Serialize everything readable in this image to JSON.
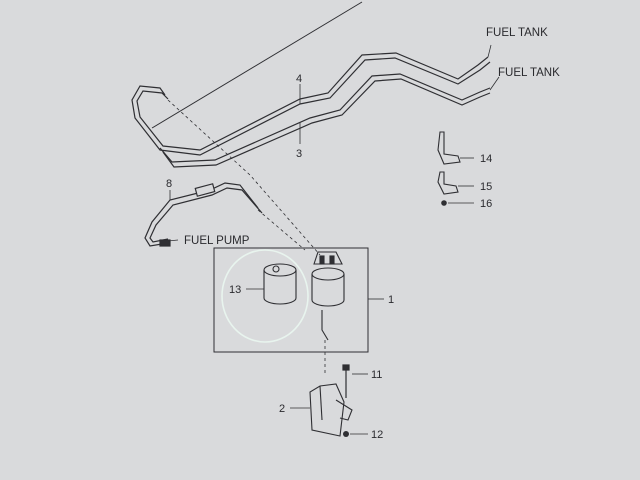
{
  "labels": {
    "fuel_tank_upper": "FUEL TANK",
    "fuel_tank_lower": "FUEL TANK",
    "fuel_pump": "FUEL PUMP",
    "n1": "1",
    "n2": "2",
    "n3": "3",
    "n4": "4",
    "n8": "8",
    "n11": "11",
    "n12": "12",
    "n13": "13",
    "n14": "14",
    "n15": "15",
    "n16": "16"
  },
  "colors": {
    "background": "#d9dadc",
    "line": "#2f2f33",
    "highlight_circle": "#e8f4ee"
  }
}
